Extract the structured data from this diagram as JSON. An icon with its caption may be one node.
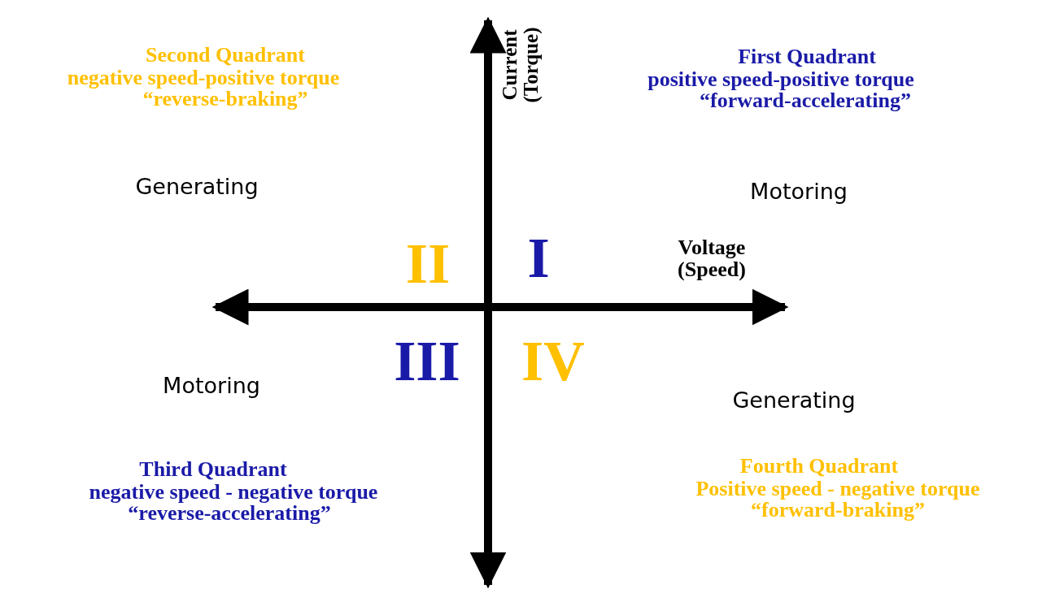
{
  "diagram": {
    "labels": [
      "Current (Torque)",
      "Second Quadrant",
      "negative speed-positive torque",
      "“reverse-braking”",
      "First Quadrant",
      "positive speed-positive torque",
      "“forward-accelerating”",
      "Generating",
      "Motoring",
      "II",
      "I",
      "Voltage (Speed)",
      "III",
      "IV",
      "Motoring",
      "Generating",
      "Third Quadrant",
      "negative speed - negative torque",
      "“reverse-accelerating”",
      "Fourth Quadrant",
      "Positive speed - negative torque",
      "“forward-braking”"
    ]
  }
}
